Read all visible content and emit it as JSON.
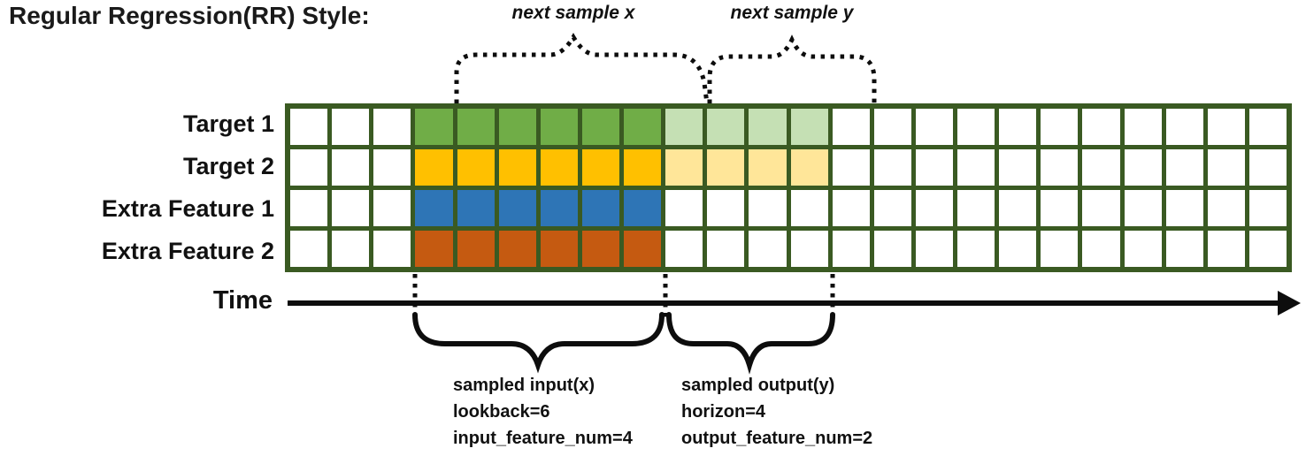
{
  "title": "Regular Regression(RR) Style:",
  "top_annotations": {
    "next_sample_x": "next sample x",
    "next_sample_y": "next sample y"
  },
  "time_axis": {
    "label": "Time"
  },
  "grid": {
    "columns": 24,
    "input_col_start": 3,
    "input_col_end": 8,
    "output_col_start": 9,
    "output_col_end": 12,
    "border_color": "#3A5A22",
    "cell_color": "#FFFFFF",
    "rows": [
      {
        "label": "Target 1",
        "input_color": "#70AD47",
        "output_color": "#C5E0B4"
      },
      {
        "label": "Target 2",
        "input_color": "#FFC000",
        "output_color": "#FFE699"
      },
      {
        "label": "Extra Feature 1",
        "input_color": "#2E75B6",
        "output_color": null
      },
      {
        "label": "Extra Feature 2",
        "input_color": "#C55A11",
        "output_color": null
      }
    ]
  },
  "bottom_annotations": {
    "input": {
      "line1": "sampled input(x)",
      "line2": "lookback=6",
      "line3": "input_feature_num=4"
    },
    "output": {
      "line1": "sampled output(y)",
      "line2": "horizon=4",
      "line3": "output_feature_num=2"
    }
  },
  "params": {
    "lookback": 6,
    "horizon": 4,
    "input_feature_num": 4,
    "output_feature_num": 2
  }
}
